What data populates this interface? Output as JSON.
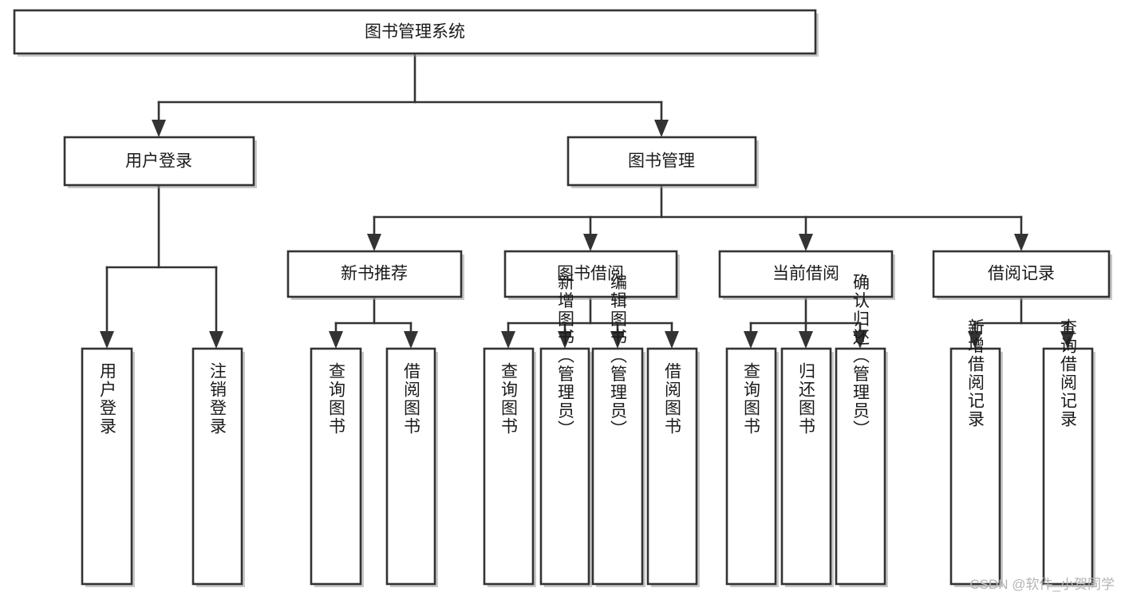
{
  "diagram": {
    "title": "图书管理系统",
    "type": "tree-hierarchy-chart",
    "watermark": "CSDN @软件_小贺同学",
    "colors": {
      "box_fill": "#ffffff",
      "box_stroke": "#333333",
      "text": "#1a1a1a",
      "background": "#ffffff",
      "watermark": "#b4b4b4"
    },
    "nodes": {
      "root": {
        "label": "图书管理系统",
        "orientation": "horizontal",
        "level": 1
      },
      "l2": [
        {
          "id": "user-login",
          "label": "用户登录",
          "orientation": "horizontal",
          "level": 2
        },
        {
          "id": "book-manage",
          "label": "图书管理",
          "orientation": "horizontal",
          "level": 2
        }
      ],
      "l3": [
        {
          "id": "new-book-rec",
          "label": "新书推荐",
          "orientation": "horizontal",
          "level": 3,
          "parent": "book-manage"
        },
        {
          "id": "book-borrow",
          "label": "图书借阅",
          "orientation": "horizontal",
          "level": 3,
          "parent": "book-manage"
        },
        {
          "id": "current-borrow",
          "label": "当前借阅",
          "orientation": "horizontal",
          "level": 3,
          "parent": "book-manage"
        },
        {
          "id": "borrow-record",
          "label": "借阅记录",
          "orientation": "horizontal",
          "level": 3,
          "parent": "book-manage"
        }
      ],
      "leaves": [
        {
          "id": "leaf-user-login",
          "label": "用户登录",
          "orientation": "vertical",
          "parent": "user-login"
        },
        {
          "id": "leaf-logout",
          "label": "注销登录",
          "orientation": "vertical",
          "parent": "user-login"
        },
        {
          "id": "leaf-query-book-1",
          "label": "查询图书",
          "orientation": "vertical",
          "parent": "new-book-rec"
        },
        {
          "id": "leaf-borrow-book-1",
          "label": "借阅图书",
          "orientation": "vertical",
          "parent": "new-book-rec"
        },
        {
          "id": "leaf-query-book-2",
          "label": "查询图书",
          "orientation": "vertical",
          "parent": "book-borrow"
        },
        {
          "id": "leaf-add-book",
          "label": "新增图书（管理员）",
          "orientation": "vertical",
          "parent": "book-borrow"
        },
        {
          "id": "leaf-edit-book",
          "label": "编辑图书（管理员）",
          "orientation": "vertical",
          "parent": "book-borrow"
        },
        {
          "id": "leaf-borrow-book-2",
          "label": "借阅图书",
          "orientation": "vertical",
          "parent": "book-borrow"
        },
        {
          "id": "leaf-query-book-3",
          "label": "查询图书",
          "orientation": "vertical",
          "parent": "current-borrow"
        },
        {
          "id": "leaf-return-book",
          "label": "归还图书",
          "orientation": "vertical",
          "parent": "current-borrow"
        },
        {
          "id": "leaf-confirm-return",
          "label": "确认归还（管理员）",
          "orientation": "vertical",
          "parent": "current-borrow"
        },
        {
          "id": "leaf-add-record",
          "label": "新增借阅记录",
          "orientation": "vertical",
          "parent": "borrow-record"
        },
        {
          "id": "leaf-query-record",
          "label": "查询借阅记录",
          "orientation": "vertical",
          "parent": "borrow-record"
        }
      ]
    }
  }
}
